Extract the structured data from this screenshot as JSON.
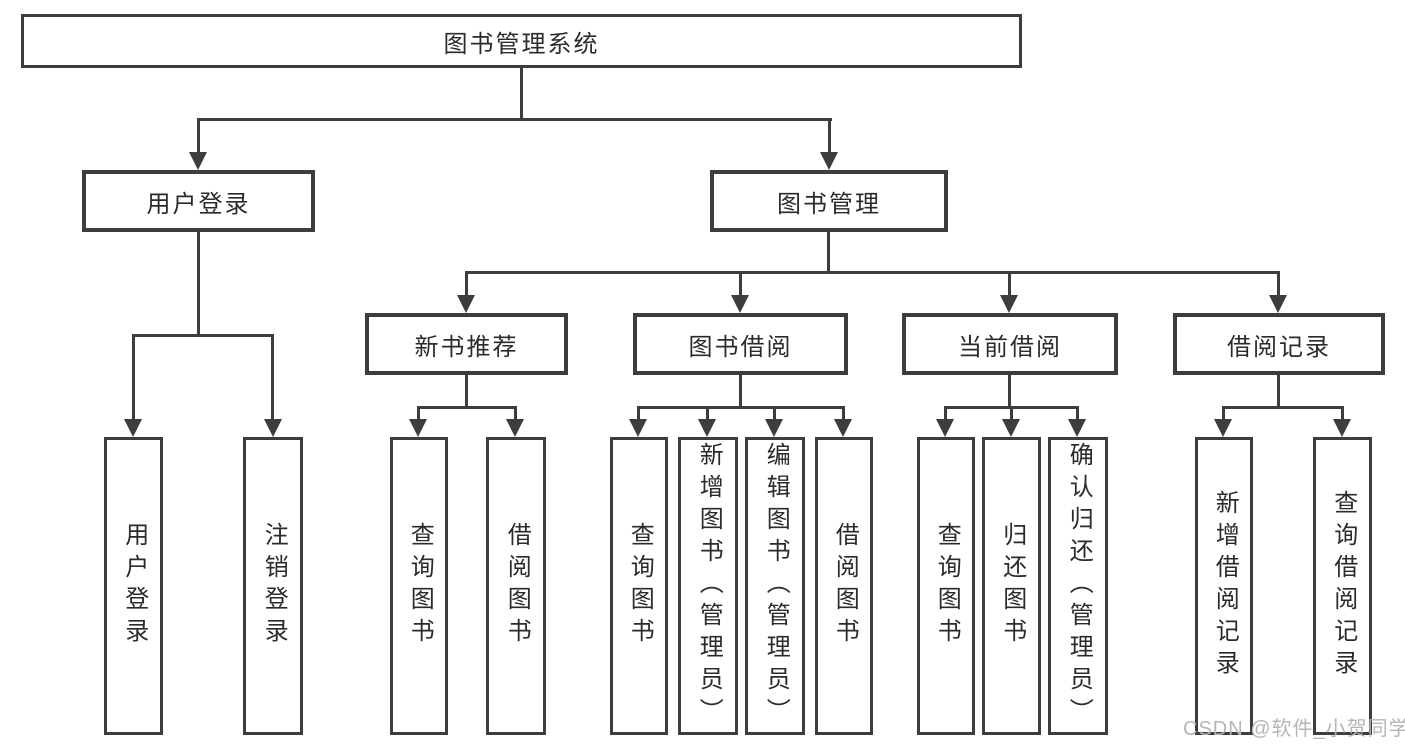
{
  "diagram": {
    "root": "图书管理系统",
    "level2": [
      {
        "label": "用户登录",
        "children": [
          "用户登录",
          "注销登录"
        ]
      },
      {
        "label": "图书管理",
        "children": [
          {
            "label": "新书推荐",
            "children": [
              "查询图书",
              "借阅图书"
            ]
          },
          {
            "label": "图书借阅",
            "children": [
              "查询图书",
              "新增图书（管理员）",
              "编辑图书（管理员）",
              "借阅图书"
            ]
          },
          {
            "label": "当前借阅",
            "children": [
              "查询图书",
              "归还图书",
              "确认归还（管理员）"
            ]
          },
          {
            "label": "借阅记录",
            "children": [
              "新增借阅记录",
              "查询借阅记录"
            ]
          }
        ]
      }
    ]
  },
  "watermark": {
    "text": "CSDN @软件_小贺同学"
  },
  "colors": {
    "line": "#3d3d3d",
    "text": "#2b2b2b",
    "background": "#ffffff",
    "watermark": "#b5b5b5"
  }
}
